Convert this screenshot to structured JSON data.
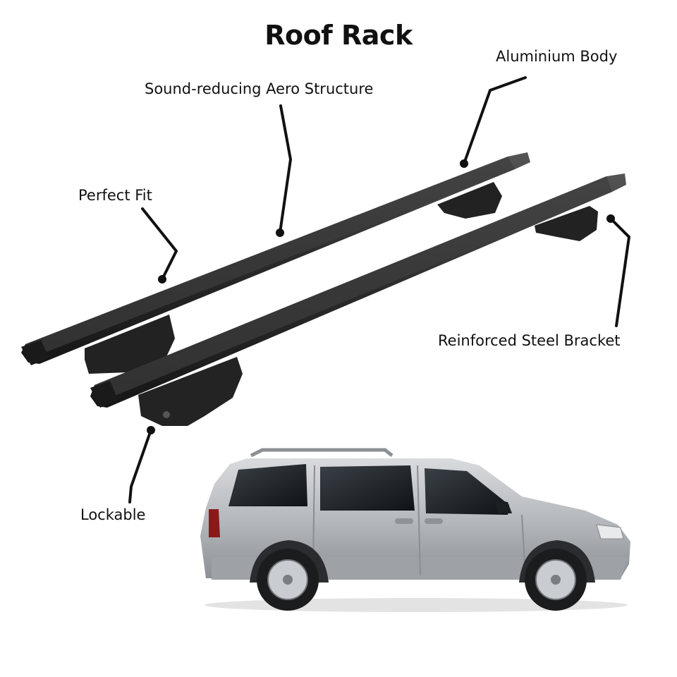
{
  "title": "Roof Rack",
  "features": {
    "aero": "Sound-reducing Aero Structure",
    "aluminium": "Aluminium Body",
    "fit": "Perfect Fit",
    "bracket": "Reinforced Steel Bracket",
    "lockable": "Lockable"
  },
  "colors": {
    "bar": "#2a2a2a",
    "bar_highlight": "#4a4a4a",
    "car_body": "#b9bcc0",
    "window": "#1e2226",
    "callout_line": "#111111"
  },
  "icons": [
    "roof-rack-crossbar",
    "van-illustration",
    "callout-dot"
  ]
}
